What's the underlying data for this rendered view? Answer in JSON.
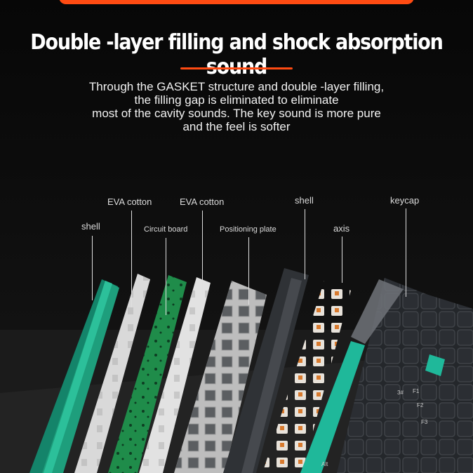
{
  "heading": {
    "title": "Double -layer filling and shock absorption sound",
    "description_lines": [
      "Through the GASKET structure and double -layer filling,",
      "the filling gap is eliminated to eliminate",
      "most of the cavity sounds. The key sound is more pure",
      "and the feel is softer"
    ]
  },
  "labels": {
    "shell_left": "shell",
    "eva_cotton_1": "EVA cotton",
    "circuit_board": "Circuit board",
    "eva_cotton_2": "EVA cotton",
    "positioning_plate": "Positioning plate",
    "shell_right": "shell",
    "axis": "axis",
    "keycap": "keycap"
  },
  "colors": {
    "accent": "#ff4b12",
    "shell_green": "#1e9e7c",
    "pcb_green": "#1f8c4a",
    "eva": "#d8d8d8",
    "frame": "#2f3236",
    "keycap_dark": "#2b2e33",
    "keycap_grey": "#6c6f74",
    "keycap_green": "#1fb89a"
  },
  "keyboard_legends": [
    "3#",
    "F3",
    "F2",
    "F1",
    "Alt"
  ]
}
